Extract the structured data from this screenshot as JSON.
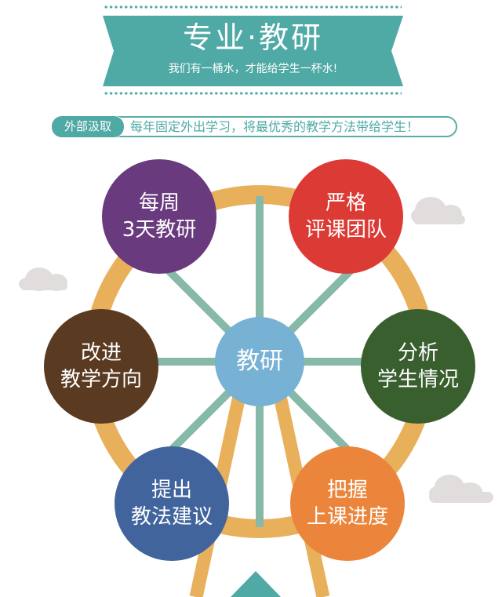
{
  "colors": {
    "teal": "#4fa9a5",
    "rim": "#e9b05c",
    "spoke": "#86b9a8",
    "cloud": "#e2dddd"
  },
  "banner": {
    "title": "专业·教研",
    "subtitle": "我们有一桶水，才能给学生一杯水!"
  },
  "tagline": {
    "badge": "外部汲取",
    "text": "每年固定外出学习，将最优秀的教学方法带给学生！"
  },
  "wheel": {
    "hub": {
      "label": "教研",
      "color": "#77b1d3"
    },
    "nodes": [
      {
        "line1": "每周",
        "line2": "3天教研",
        "color": "#693a7d"
      },
      {
        "line1": "严格",
        "line2": "评课团队",
        "color": "#dc3a34"
      },
      {
        "line1": "改进",
        "line2": "教学方向",
        "color": "#5a3b22"
      },
      {
        "line1": "分析",
        "line2": "学生情况",
        "color": "#3a5f2f"
      },
      {
        "line1": "提出",
        "line2": "教法建议",
        "color": "#41649d"
      },
      {
        "line1": "把握",
        "line2": "上课进度",
        "color": "#eb853b"
      }
    ]
  }
}
